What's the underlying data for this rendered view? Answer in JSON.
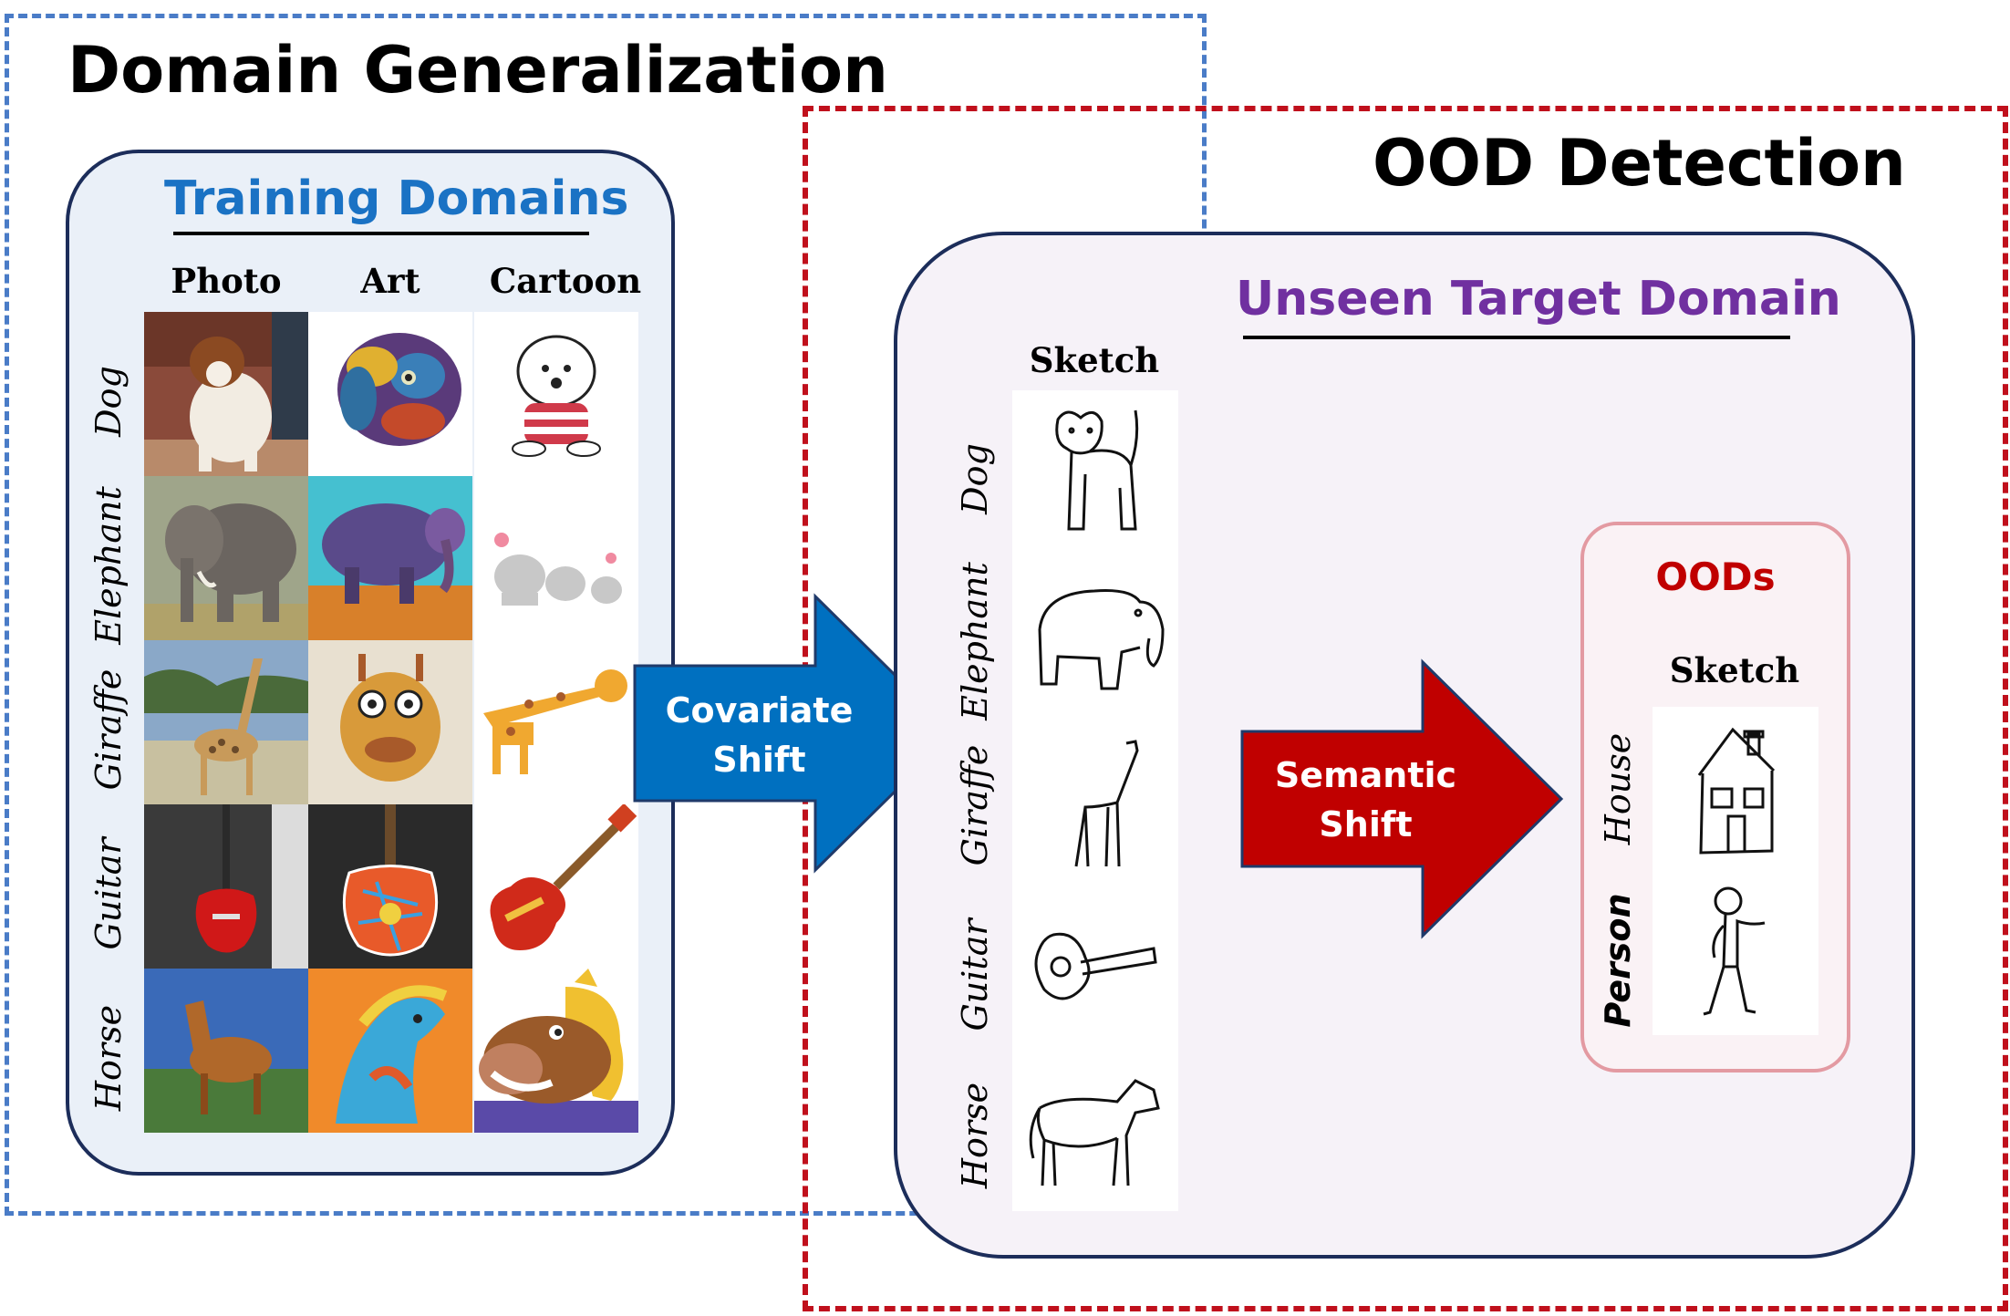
{
  "titles": {
    "domain_generalization": "Domain Generalization",
    "ood_detection": "OOD Detection",
    "training_domains": "Training Domains",
    "unseen_target_domain": "Unseen Target Domain",
    "oods": "OODs"
  },
  "training": {
    "columns": [
      "Photo",
      "Art",
      "Cartoon"
    ],
    "rows": [
      "Dog",
      "Elephant",
      "Giraffe",
      "Guitar",
      "Horse"
    ]
  },
  "target": {
    "column": "Sketch",
    "rows": [
      "Dog",
      "Elephant",
      "Giraffe",
      "Guitar",
      "Horse"
    ]
  },
  "ood": {
    "column": "Sketch",
    "rows": [
      "House",
      "Person"
    ]
  },
  "arrows": {
    "covariate": [
      "Covariate",
      "Shift"
    ],
    "semantic": [
      "Semantic",
      "Shift"
    ]
  },
  "colors": {
    "blue_dash": "#4a7cc7",
    "red_dash": "#c0101c",
    "training_title": "#1a72c4",
    "unseen_title": "#7030a0",
    "oods_title": "#c00000",
    "covariate_arrow": "#0070c0",
    "semantic_arrow": "#c00000"
  },
  "icons": {
    "training_cells": "animal-and-guitar-images",
    "sketches": "line-drawing-sketches"
  }
}
